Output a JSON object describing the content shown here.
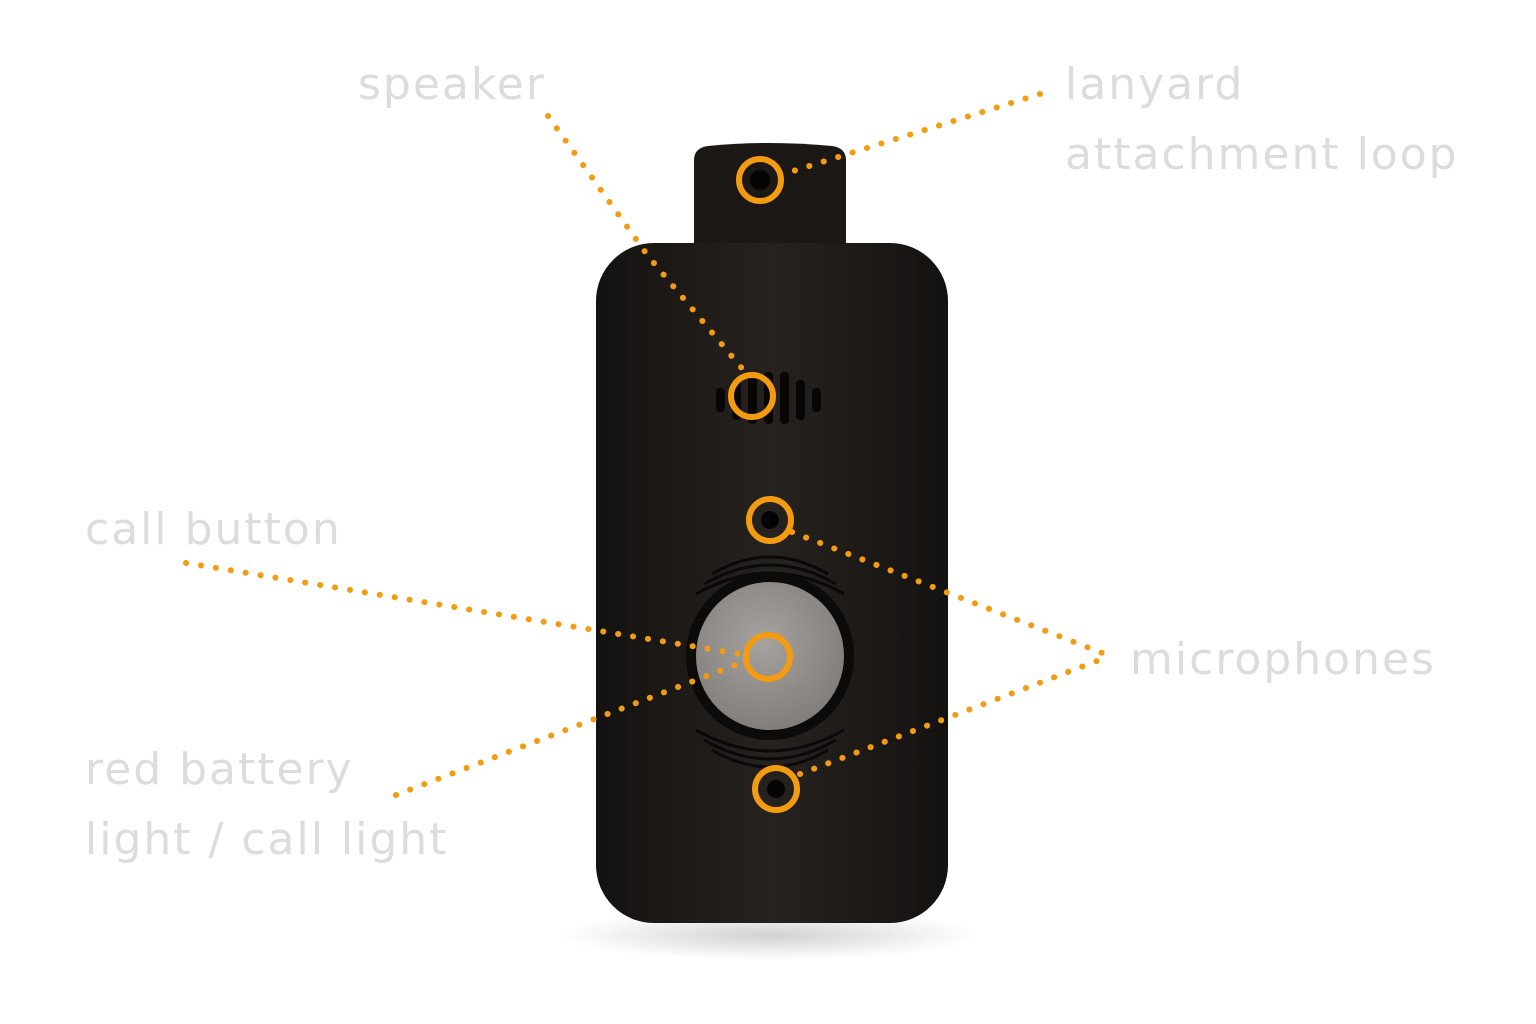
{
  "labels": {
    "speaker": "speaker",
    "lanyard_line1": "lanyard",
    "lanyard_line2": "attachment loop",
    "call_button": "call button",
    "microphones": "microphones",
    "battery_line1": "red battery",
    "battery_line2": "light / call light"
  },
  "colors": {
    "accent": "#f39c12",
    "label_text": "#dcdcdc",
    "device_body": "#1e1b19",
    "button_face": "#8f8b88"
  }
}
